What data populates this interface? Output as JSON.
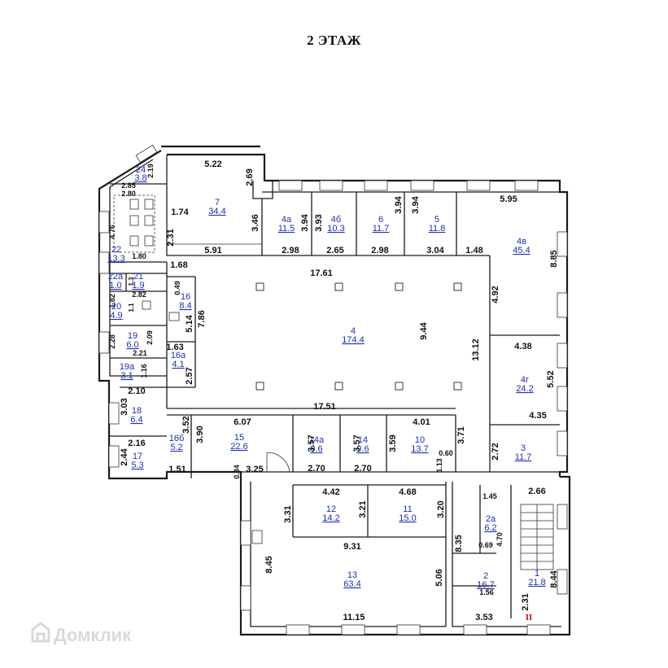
{
  "title": "2 ЭТАЖ",
  "watermark": "Домклик",
  "floor_mark": "II",
  "rooms": [
    {
      "id": "r24",
      "num": "24",
      "area": "3.8"
    },
    {
      "id": "r7",
      "num": "7",
      "area": "34.4"
    },
    {
      "id": "r4a",
      "num": "4а",
      "area": "11.5"
    },
    {
      "id": "r4b",
      "num": "4б",
      "area": "10.3"
    },
    {
      "id": "r6",
      "num": "6",
      "area": "11.7"
    },
    {
      "id": "r5",
      "num": "5",
      "area": "11.8"
    },
    {
      "id": "r4v",
      "num": "4в",
      "area": "45.4"
    },
    {
      "id": "r22",
      "num": "22",
      "area": "13.3"
    },
    {
      "id": "r22a",
      "num": "22а",
      "area": "1.0"
    },
    {
      "id": "r21",
      "num": "21",
      "area": "1.9"
    },
    {
      "id": "r20",
      "num": "20",
      "area": "4.9"
    },
    {
      "id": "r16",
      "num": "16",
      "area": "8.4"
    },
    {
      "id": "r19",
      "num": "19",
      "area": "6.0"
    },
    {
      "id": "r19a",
      "num": "19а",
      "area": "3.1"
    },
    {
      "id": "r16a",
      "num": "16а",
      "area": "4.1"
    },
    {
      "id": "r4",
      "num": "4",
      "area": "174.4"
    },
    {
      "id": "r4g",
      "num": "4г",
      "area": "24.2"
    },
    {
      "id": "r18",
      "num": "18",
      "area": "6.4"
    },
    {
      "id": "r17",
      "num": "17",
      "area": "5.3"
    },
    {
      "id": "r16b",
      "num": "16б",
      "area": "5.2"
    },
    {
      "id": "r15",
      "num": "15",
      "area": "22.6"
    },
    {
      "id": "r14a",
      "num": "14а",
      "area": "9.6"
    },
    {
      "id": "r14",
      "num": "14",
      "area": "9.6"
    },
    {
      "id": "r10",
      "num": "10",
      "area": "13.7"
    },
    {
      "id": "r3",
      "num": "3",
      "area": "11.7"
    },
    {
      "id": "r12",
      "num": "12",
      "area": "14.2"
    },
    {
      "id": "r11",
      "num": "11",
      "area": "15.0"
    },
    {
      "id": "r2a",
      "num": "2а",
      "area": "6.2"
    },
    {
      "id": "r13",
      "num": "13",
      "area": "63.4"
    },
    {
      "id": "r2",
      "num": "2",
      "area": "16.7"
    },
    {
      "id": "r1",
      "num": "1",
      "area": "21.8"
    }
  ],
  "dimensions": [
    "5.22",
    "2.69",
    "2.19",
    "2.85",
    "2.80",
    "1.74",
    "3.46",
    "3.94",
    "3.93",
    "3.94",
    "3.94",
    "5.95",
    "2.31",
    "5.91",
    "2.98",
    "2.65",
    "2.98",
    "3.04",
    "1.48",
    "8.85",
    "4.76",
    "1.80",
    "1.68",
    "17.61",
    "0.49",
    "4.92",
    "1.82",
    "2.82",
    "7.86",
    "5.14",
    "9.44",
    "2.28",
    "2.09",
    "2.21",
    "1.16",
    "1.63",
    "13.12",
    "4.38",
    "2.57",
    "5.52",
    "2.10",
    "3.03",
    "17.51",
    "6.07",
    "3.52",
    "4.01",
    "4.35",
    "3.90",
    "3.57",
    "3.57",
    "3.59",
    "3.71",
    "2.72",
    "2.16",
    "0.60",
    "2.44",
    "1.51",
    "0.34",
    "3.25",
    "2.70",
    "2.70",
    "1.13",
    "4.42",
    "4.68",
    "1.45",
    "2.66",
    "3.31",
    "3.21",
    "3.20",
    "8.35",
    "0.69",
    "4.70",
    "9.31",
    "8.45",
    "5.06",
    "1.56",
    "2.31",
    "8.44",
    "11.15",
    "3.53",
    "1.3",
    "1.1"
  ]
}
